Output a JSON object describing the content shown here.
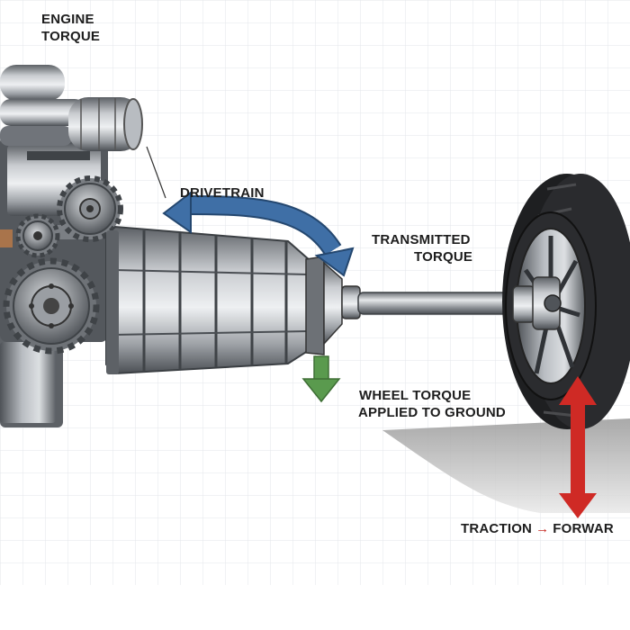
{
  "labels": {
    "engine_line1": "ENGINE",
    "engine_line2": "TORQUE",
    "drivetrain": "DRIVETRAIN",
    "transmitted_line1": "TRANSMITTED",
    "transmitted_line2": "TORQUE",
    "wheel_line1": "WHEEL TORQUE",
    "wheel_line2": "APPLIED TO GROUND",
    "traction_left": "TRACTION",
    "traction_arrow": "→",
    "traction_right": "FORWAR"
  },
  "colors": {
    "drivetrain_arrow": "#3f6fa6",
    "wheel_torque_arrow": "#5a9a4e",
    "traction_arrow": "#cf2a25",
    "metal": "#9a9ea3",
    "tire": "#1e1f21",
    "grid": "#e3e6ea"
  }
}
